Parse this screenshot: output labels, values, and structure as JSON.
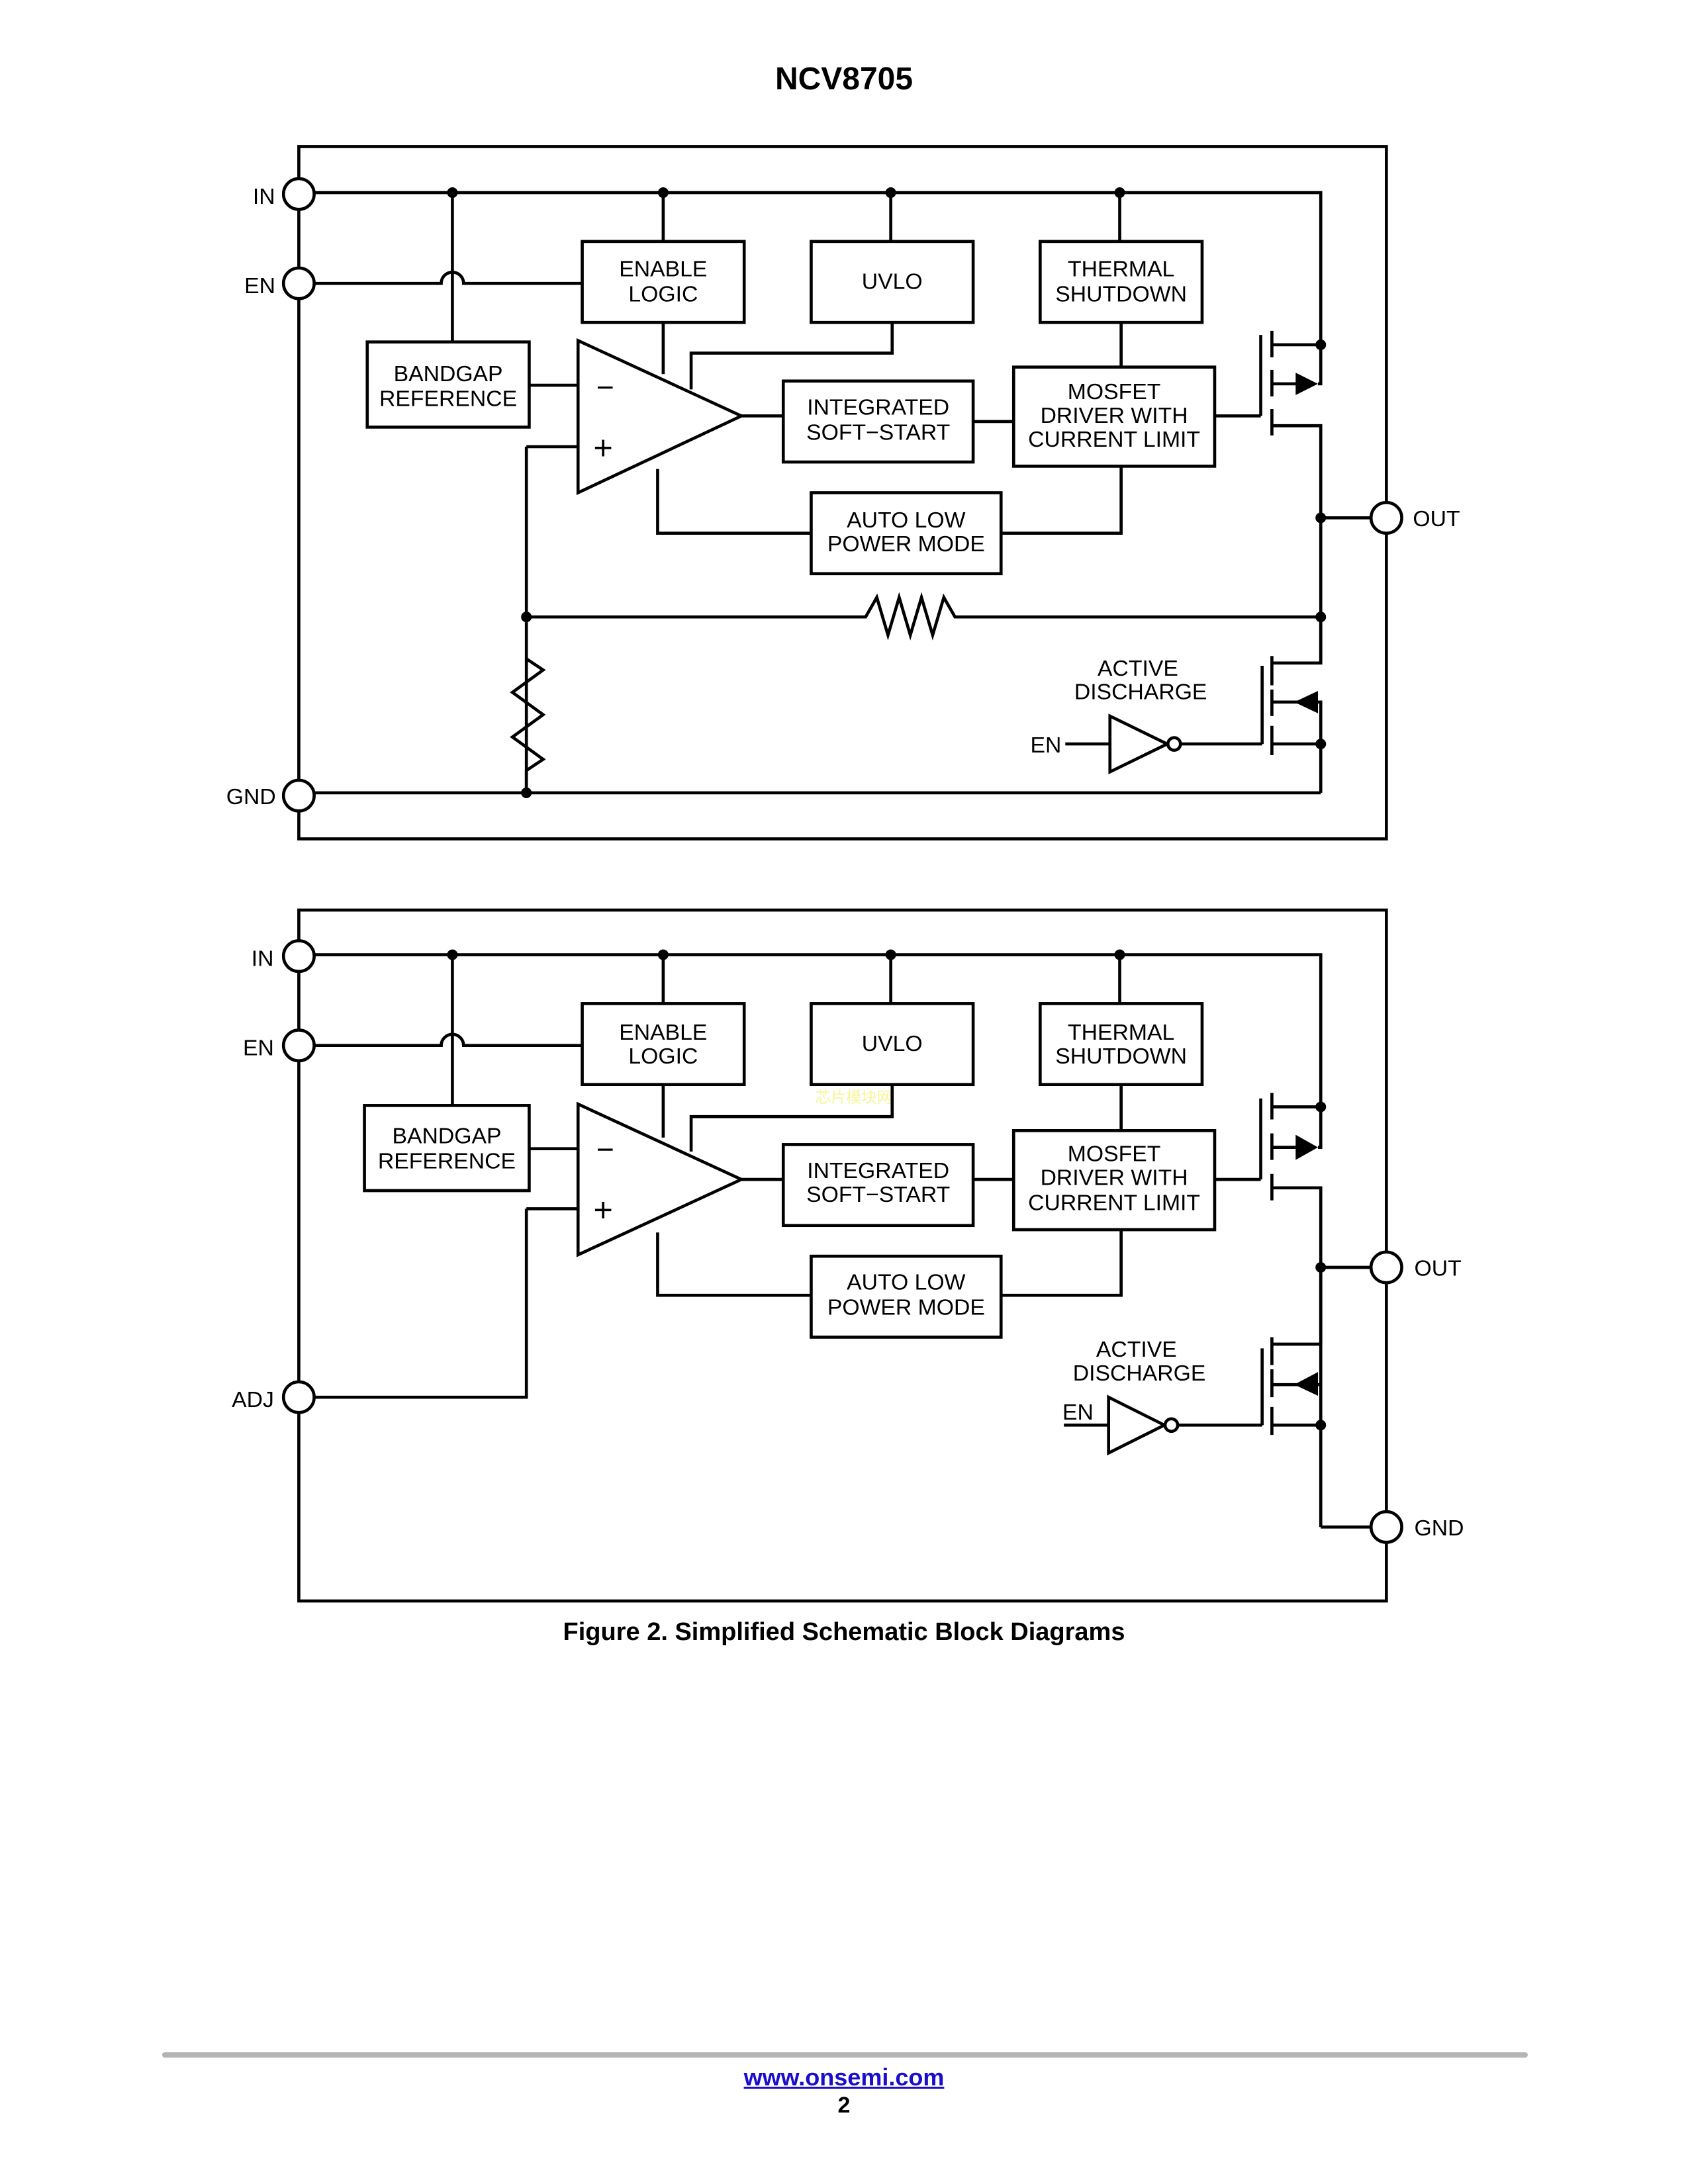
{
  "header": {
    "title": "NCV8705"
  },
  "diagrams": [
    {
      "id": "fixed",
      "pins": {
        "in": "IN",
        "en": "EN",
        "gnd": "GND",
        "out": "OUT"
      },
      "blocks": {
        "enable_logic": [
          "ENABLE",
          "LOGIC"
        ],
        "uvlo": [
          "UVLO"
        ],
        "thermal_shutdown": [
          "THERMAL",
          "SHUTDOWN"
        ],
        "bandgap_reference": [
          "BANDGAP",
          "REFERENCE"
        ],
        "soft_start": [
          "INTEGRATED",
          "SOFT−START"
        ],
        "mosfet_driver": [
          "MOSFET",
          "DRIVER WITH",
          "CURRENT LIMIT"
        ],
        "auto_low_power": [
          "AUTO LOW",
          "POWER MODE"
        ],
        "active_discharge": [
          "ACTIVE",
          "DISCHARGE"
        ]
      },
      "amp_signs": {
        "minus": "−",
        "plus": "+"
      },
      "inverter_input": "EN"
    },
    {
      "id": "adjustable",
      "pins": {
        "in": "IN",
        "en": "EN",
        "adj": "ADJ",
        "out": "OUT",
        "gnd": "GND"
      },
      "blocks": {
        "enable_logic": [
          "ENABLE",
          "LOGIC"
        ],
        "uvlo": [
          "UVLO"
        ],
        "thermal_shutdown": [
          "THERMAL",
          "SHUTDOWN"
        ],
        "bandgap_reference": [
          "BANDGAP",
          "REFERENCE"
        ],
        "soft_start": [
          "INTEGRATED",
          "SOFT−START"
        ],
        "mosfet_driver": [
          "MOSFET",
          "DRIVER WITH",
          "CURRENT LIMIT"
        ],
        "auto_low_power": [
          "AUTO LOW",
          "POWER MODE"
        ],
        "active_discharge": [
          "ACTIVE",
          "DISCHARGE"
        ]
      },
      "amp_signs": {
        "minus": "−",
        "plus": "+"
      },
      "inverter_input": "EN",
      "watermark": "芯片模块网"
    }
  ],
  "caption": "Figure 2. Simplified Schematic Block Diagrams",
  "footer": {
    "link": "www.onsemi.com",
    "page_number": "2"
  }
}
